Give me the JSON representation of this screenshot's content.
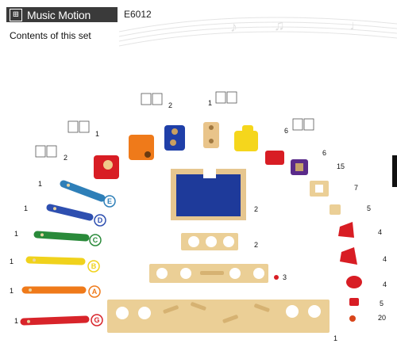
{
  "header": {
    "title": "Music Motion",
    "logo_glyph": "⊞",
    "code": "E6012"
  },
  "subtitle": "Contents of this set",
  "note_glyphs": [
    "♪",
    "♫",
    "♩"
  ],
  "blocks": {
    "cube_red_qty": "2",
    "cube_orange_qty": "1",
    "cube_blue_qty": "2",
    "cube_natural_qty": "1",
    "cube_yellow_qty": "6",
    "red_small_qty": "6",
    "purple_qty": "15",
    "frame_qty": "7",
    "natural_small_qty": "5"
  },
  "chimes": [
    {
      "qty": "1",
      "letter": "E",
      "color": "#2e7fb8"
    },
    {
      "qty": "1",
      "letter": "D",
      "color": "#2e4fb0"
    },
    {
      "qty": "1",
      "letter": "C",
      "color": "#2a8a3a"
    },
    {
      "qty": "1",
      "letter": "B",
      "color": "#f0d21c"
    },
    {
      "qty": "1",
      "letter": "A",
      "color": "#ef7a1a"
    },
    {
      "qty": "1",
      "letter": "G",
      "color": "#d8242a"
    }
  ],
  "center": {
    "tray_qty": "2",
    "plank3_qty": "2",
    "plank5_qty": "3",
    "plank_long_qty": "1"
  },
  "right_parts": {
    "funnel1_qty": "4",
    "funnel2_qty": "4",
    "funnel3_qty": "4",
    "stopper_qty": "5",
    "ball_qty": "20"
  }
}
